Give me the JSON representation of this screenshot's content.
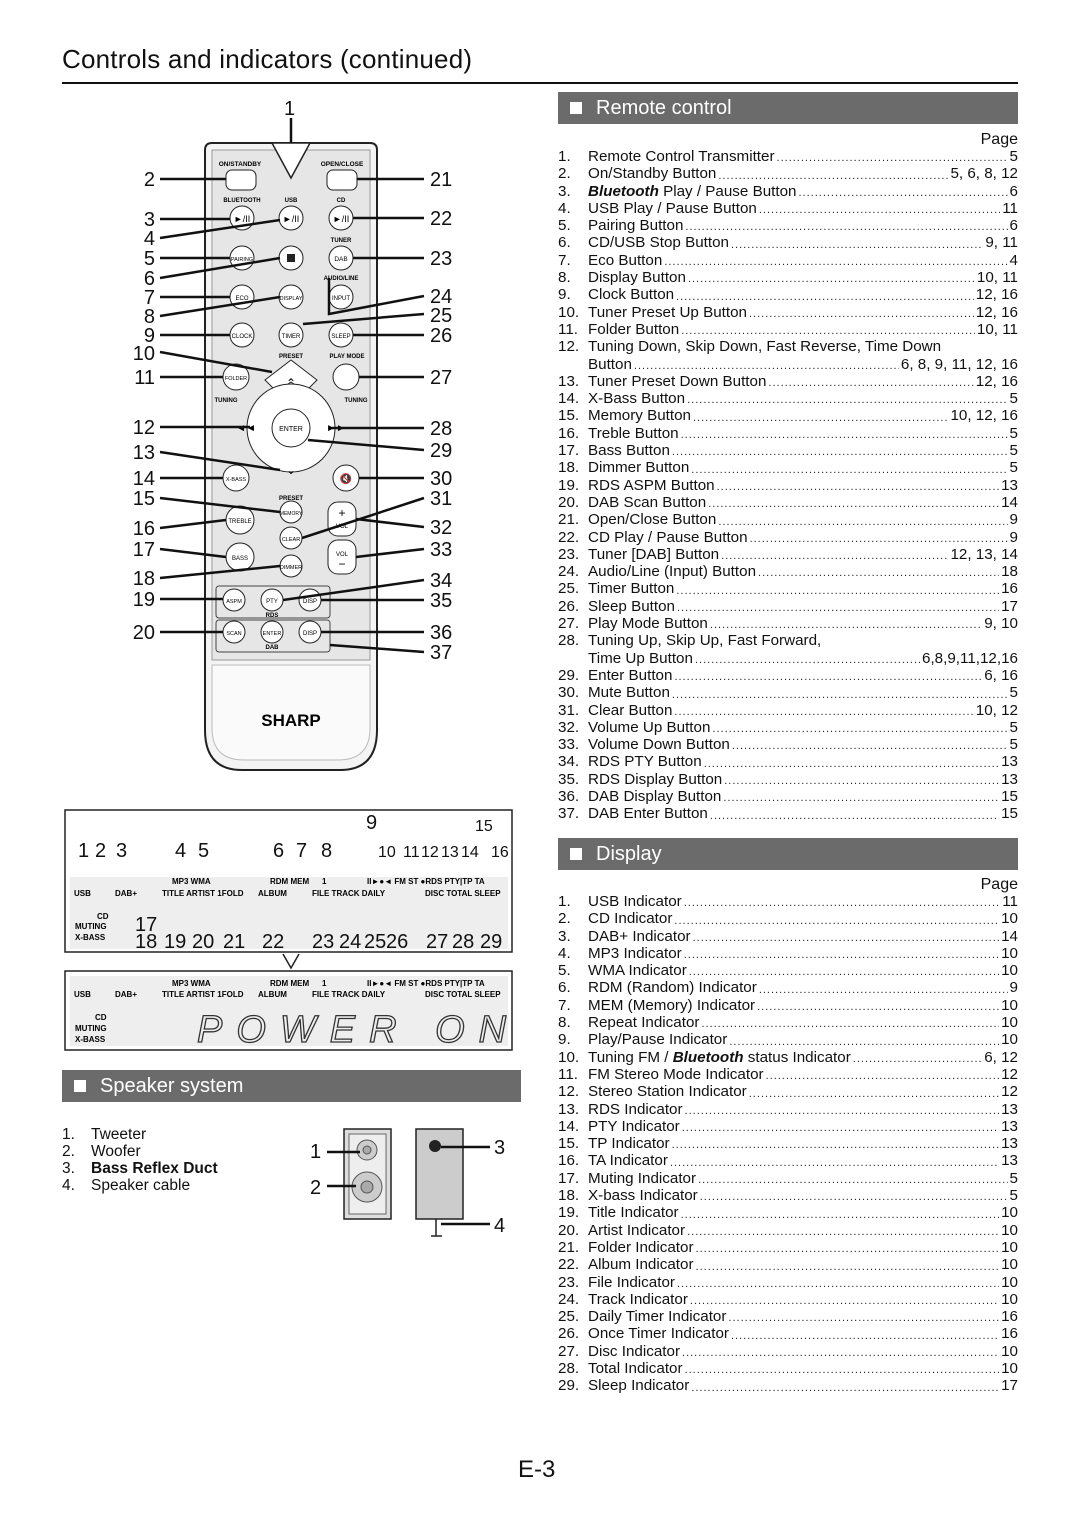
{
  "page_title": "Controls and indicators (continued)",
  "page_number": "E-3",
  "remote_section": {
    "heading": "Remote control",
    "page_label": "Page",
    "items": [
      {
        "n": "1.",
        "label": "Remote Control Transmitter",
        "page": "5"
      },
      {
        "n": "2.",
        "label": "On/Standby Button",
        "page": "5, 6, 8, 12"
      },
      {
        "n": "3.",
        "label": "Bluetooth Play / Pause Button",
        "page": "6"
      },
      {
        "n": "4.",
        "label": "USB Play / Pause Button",
        "page": "11"
      },
      {
        "n": "5.",
        "label": "Pairing Button",
        "page": "6"
      },
      {
        "n": "6.",
        "label": "CD/USB Stop Button",
        "page": "9, 11"
      },
      {
        "n": "7.",
        "label": "Eco Button",
        "page": "4"
      },
      {
        "n": "8.",
        "label": "Display Button",
        "page": "10, 11"
      },
      {
        "n": "9.",
        "label": "Clock Button",
        "page": "12, 16"
      },
      {
        "n": "10.",
        "label": "Tuner Preset Up Button",
        "page": "12, 16"
      },
      {
        "n": "11.",
        "label": "Folder Button",
        "page": "10, 11"
      },
      {
        "n": "12.",
        "label": "Tuning Down, Skip Down, Fast Reverse, Time Down",
        "page": ""
      },
      {
        "n": "",
        "label": "Button",
        "page": "6, 8, 9, 11, 12, 16"
      },
      {
        "n": "13.",
        "label": "Tuner Preset Down Button",
        "page": "12, 16"
      },
      {
        "n": "14.",
        "label": "X-Bass Button",
        "page": "5"
      },
      {
        "n": "15.",
        "label": "Memory Button",
        "page": "10, 12, 16"
      },
      {
        "n": "16.",
        "label": "Treble Button",
        "page": "5"
      },
      {
        "n": "17.",
        "label": "Bass Button",
        "page": "5"
      },
      {
        "n": "18.",
        "label": "Dimmer Button",
        "page": "5"
      },
      {
        "n": "19.",
        "label": "RDS ASPM Button",
        "page": "13"
      },
      {
        "n": "20.",
        "label": "DAB Scan Button",
        "page": "14"
      },
      {
        "n": "21.",
        "label": "Open/Close Button",
        "page": "9"
      },
      {
        "n": "22.",
        "label": "CD Play / Pause Button",
        "page": "9"
      },
      {
        "n": "23.",
        "label": "Tuner [DAB] Button",
        "page": "12, 13, 14"
      },
      {
        "n": "24.",
        "label": "Audio/Line (Input) Button",
        "page": "18"
      },
      {
        "n": "25.",
        "label": "Timer Button",
        "page": "16"
      },
      {
        "n": "26.",
        "label": "Sleep Button",
        "page": "17"
      },
      {
        "n": "27.",
        "label": "Play Mode Button",
        "page": "9, 10"
      },
      {
        "n": "28.",
        "label": "Tuning Up, Skip Up, Fast Forward,",
        "page": ""
      },
      {
        "n": "",
        "label": "Time Up Button",
        "page": "6,8,9,11,12,16"
      },
      {
        "n": "29.",
        "label": "Enter Button",
        "page": "6, 16"
      },
      {
        "n": "30.",
        "label": "Mute Button",
        "page": "5"
      },
      {
        "n": "31.",
        "label": "Clear Button",
        "page": "10, 12"
      },
      {
        "n": "32.",
        "label": "Volume Up Button",
        "page": "5"
      },
      {
        "n": "33.",
        "label": "Volume Down Button",
        "page": "5"
      },
      {
        "n": "34.",
        "label": "RDS PTY Button",
        "page": "13"
      },
      {
        "n": "35.",
        "label": "RDS Display Button",
        "page": "13"
      },
      {
        "n": "36.",
        "label": "DAB Display Button",
        "page": "15"
      },
      {
        "n": "37.",
        "label": "DAB Enter Button",
        "page": "15"
      }
    ]
  },
  "display_section": {
    "heading": "Display",
    "page_label": "Page",
    "items": [
      {
        "n": "1.",
        "label": "USB Indicator",
        "page": "11"
      },
      {
        "n": "2.",
        "label": "CD Indicator",
        "page": "10"
      },
      {
        "n": "3.",
        "label": "DAB+ Indicator",
        "page": "14"
      },
      {
        "n": "4.",
        "label": "MP3 Indicator",
        "page": "10"
      },
      {
        "n": "5.",
        "label": "WMA Indicator",
        "page": "10"
      },
      {
        "n": "6.",
        "label": "RDM (Random) Indicator",
        "page": "9"
      },
      {
        "n": "7.",
        "label": "MEM (Memory) Indicator",
        "page": "10"
      },
      {
        "n": "8.",
        "label": "Repeat Indicator",
        "page": "10"
      },
      {
        "n": "9.",
        "label": "Play/Pause Indicator",
        "page": "10"
      },
      {
        "n": "10.",
        "label": "Tuning FM / Bluetooth status Indicator",
        "page": "6, 12"
      },
      {
        "n": "11.",
        "label": "FM Stereo Mode Indicator",
        "page": "12"
      },
      {
        "n": "12.",
        "label": "Stereo Station Indicator",
        "page": "12"
      },
      {
        "n": "13.",
        "label": "RDS Indicator",
        "page": "13"
      },
      {
        "n": "14.",
        "label": "PTY Indicator",
        "page": "13"
      },
      {
        "n": "15.",
        "label": "TP Indicator",
        "page": "13"
      },
      {
        "n": "16.",
        "label": "TA Indicator",
        "page": "13"
      },
      {
        "n": "17.",
        "label": "Muting Indicator",
        "page": "5"
      },
      {
        "n": "18.",
        "label": "X-bass Indicator",
        "page": "5"
      },
      {
        "n": "19.",
        "label": "Title Indicator",
        "page": "10"
      },
      {
        "n": "20.",
        "label": "Artist Indicator",
        "page": "10"
      },
      {
        "n": "21.",
        "label": "Folder Indicator",
        "page": "10"
      },
      {
        "n": "22.",
        "label": "Album Indicator",
        "page": "10"
      },
      {
        "n": "23.",
        "label": "File Indicator",
        "page": "10"
      },
      {
        "n": "24.",
        "label": "Track Indicator",
        "page": "10"
      },
      {
        "n": "25.",
        "label": "Daily Timer Indicator",
        "page": "16"
      },
      {
        "n": "26.",
        "label": "Once Timer Indicator",
        "page": "16"
      },
      {
        "n": "27.",
        "label": "Disc Indicator",
        "page": "10"
      },
      {
        "n": "28.",
        "label": "Total Indicator",
        "page": "10"
      },
      {
        "n": "29.",
        "label": "Sleep Indicator",
        "page": "17"
      }
    ]
  },
  "speaker_section": {
    "heading": "Speaker system",
    "items": [
      {
        "n": "1.",
        "label": "Tweeter"
      },
      {
        "n": "2.",
        "label": "Woofer"
      },
      {
        "n": "3.",
        "label": "Bass Reflex Duct"
      },
      {
        "n": "4.",
        "label": "Speaker cable"
      }
    ]
  },
  "remote_illustration": {
    "brand": "SHARP",
    "buttons": {
      "on_standby": "ON/STANDBY",
      "open_close": "OPEN/CLOSE",
      "bluetooth": "BLUETOOTH",
      "usb": "USB",
      "cd": "CD",
      "tuner": "TUNER",
      "pairing": "PAIRING",
      "dab": "DAB",
      "audio_line": "AUDIO/LINE",
      "eco": "ECO",
      "display": "DISPLAY",
      "input": "INPUT",
      "clock": "CLOCK",
      "timer": "TIMER",
      "sleep": "SLEEP",
      "preset": "PRESET",
      "play_mode": "PLAY MODE",
      "folder": "FOLDER",
      "tuning": "TUNING",
      "enter": "ENTER",
      "x_bass": "X-BASS",
      "memory": "MEMORY",
      "treble": "TREBLE",
      "clear": "CLEAR",
      "vol": "VOL",
      "bass": "BASS",
      "dimmer": "DIMMER",
      "aspm": "ASPM",
      "pty": "PTY",
      "disp": "DISP",
      "rds": "RDS",
      "scan": "SCAN",
      "plus": "+",
      "minus": "−"
    },
    "callouts_left": [
      "2",
      "3",
      "4",
      "5",
      "6",
      "7",
      "8",
      "9",
      "10",
      "11",
      "12",
      "13",
      "14",
      "15",
      "16",
      "17",
      "18",
      "19",
      "20"
    ],
    "callouts_right": [
      "21",
      "22",
      "23",
      "24",
      "25",
      "26",
      "27",
      "28",
      "29",
      "30",
      "31",
      "32",
      "33",
      "34",
      "35",
      "36",
      "37"
    ],
    "callout_top": "1"
  },
  "display_illustration": {
    "top_numbers": [
      "1",
      "2",
      "3",
      "4",
      "5",
      "6",
      "7",
      "8",
      "9",
      "10",
      "11",
      "12",
      "13",
      "14",
      "15",
      "16"
    ],
    "bottom_numbers": [
      "17",
      "18",
      "19",
      "20",
      "21",
      "22",
      "23",
      "24",
      "25",
      "26",
      "27",
      "28",
      "29"
    ],
    "labels": {
      "usb": "USB",
      "dab": "DAB+",
      "cd": "CD",
      "muting": "MUTING",
      "xbass": "X-BASS",
      "mp3wma": "MP3 WMA",
      "title_row": "TITLE ARTIST 1FOLD",
      "rdm_mem": "RDM MEM",
      "repeat1": "1",
      "album": "ALBUM",
      "file_track_daily": "FILE TRACK DAILY",
      "status_row": "II►●◄ FM ST ●RDS PTY|TP TA",
      "disc_row": "DISC TOTAL SLEEP"
    },
    "message": "POWER ON"
  },
  "speaker_illustration": {
    "callouts": [
      "1",
      "2",
      "3",
      "4"
    ]
  }
}
